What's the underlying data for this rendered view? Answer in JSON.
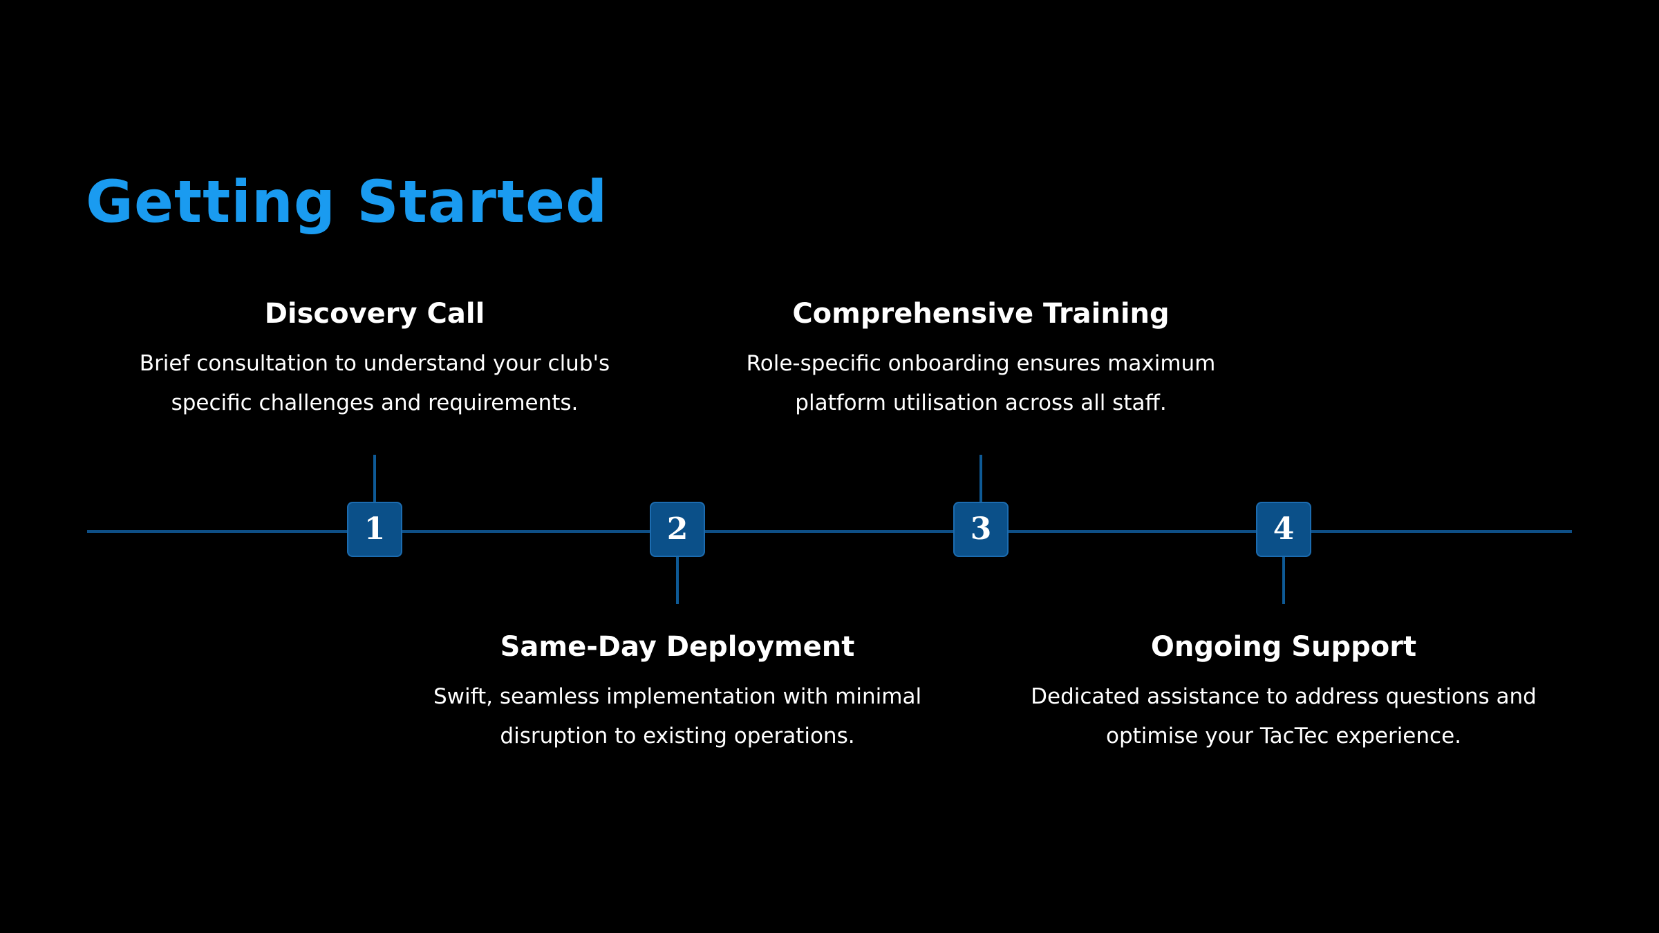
{
  "title": "Getting Started",
  "colors": {
    "background": "#000000",
    "title": "#1a9bf0",
    "timeline": "#0e4f86",
    "marker_fill": "#0b5089",
    "marker_border": "#1c6cb0",
    "text": "#ffffff"
  },
  "steps": [
    {
      "number": "1",
      "title": "Discovery Call",
      "desc_lines": [
        "Brief consultation to understand your club's",
        "specific challenges and requirements."
      ]
    },
    {
      "number": "2",
      "title": "Same-Day Deployment",
      "desc_lines": [
        "Swift, seamless implementation with minimal",
        "disruption to existing operations."
      ]
    },
    {
      "number": "3",
      "title": "Comprehensive Training",
      "desc_lines": [
        "Role-specific onboarding ensures maximum",
        "platform utilisation across all staff."
      ]
    },
    {
      "number": "4",
      "title": "Ongoing Support",
      "desc_lines": [
        "Dedicated assistance to address questions and",
        "optimise your TacTec experience."
      ]
    }
  ]
}
